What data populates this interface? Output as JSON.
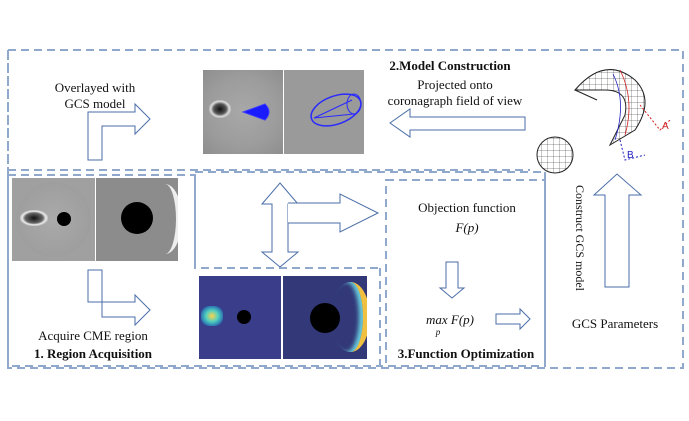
{
  "stages": {
    "model_construction": {
      "title": "2.Model Construction",
      "overlay_label_line1": "Overlayed with",
      "overlay_label_line2": "GCS model",
      "projection_label_line1": "Projected onto",
      "projection_label_line2": "coronagraph field of view"
    },
    "region_acquisition": {
      "title": "1. Region Acquisition",
      "caption": "Acquire CME region"
    },
    "function_optimization": {
      "title": "3.Function Optimization",
      "objective_label": "Objection function",
      "objective_formula": "F(p)",
      "max_formula_main": "max F(p)",
      "max_formula_sub": "p"
    },
    "gcs": {
      "parameters_label": "GCS Parameters",
      "construct_label": "Construct GCS model",
      "label_a": "A",
      "label_b": "B"
    }
  },
  "colors": {
    "dashed_border": "#8fa8cc",
    "arrow_stroke": "#4a6ea8",
    "gcs_blue": "#1a1aff",
    "label_red": "#d02020",
    "label_blue": "#2020c0"
  }
}
